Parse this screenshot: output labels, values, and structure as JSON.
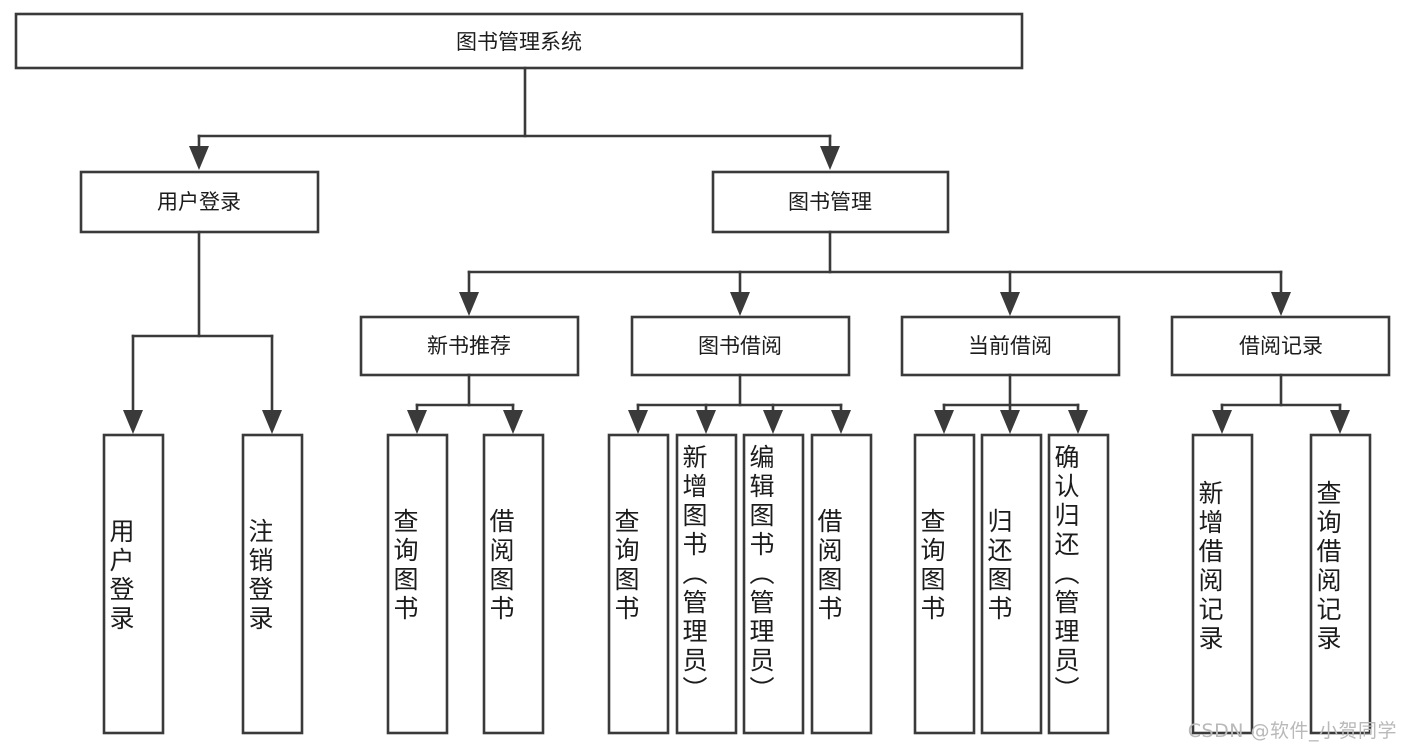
{
  "diagram": {
    "title": "图书管理系统",
    "watermark": "CSDN @软件_小贺同学",
    "colors": {
      "stroke": "#3a3a3a",
      "box_fill": "#ffffff",
      "text": "#1c1c1c",
      "watermark": "#b9b9b9",
      "background": "#ffffff"
    },
    "root": {
      "label": "图书管理系统"
    },
    "level1": [
      {
        "label": "用户登录"
      },
      {
        "label": "图书管理"
      }
    ],
    "level2": [
      {
        "label": "新书推荐"
      },
      {
        "label": "图书借阅"
      },
      {
        "label": "当前借阅"
      },
      {
        "label": "借阅记录"
      }
    ],
    "leaves": {
      "user_login": [
        {
          "label": "用户登录"
        },
        {
          "label": "注销登录"
        }
      ],
      "new_book_rec": [
        {
          "label": "查询图书"
        },
        {
          "label": "借阅图书"
        }
      ],
      "book_borrow": [
        {
          "label": "查询图书"
        },
        {
          "label": "新增图书（管理员）"
        },
        {
          "label": "编辑图书（管理员）"
        },
        {
          "label": "借阅图书"
        }
      ],
      "current_borrow": [
        {
          "label": "查询图书"
        },
        {
          "label": "归还图书"
        },
        {
          "label": "确认归还（管理员）"
        }
      ],
      "borrow_record": [
        {
          "label": "新增借阅记录"
        },
        {
          "label": "查询借阅记录"
        }
      ]
    }
  }
}
